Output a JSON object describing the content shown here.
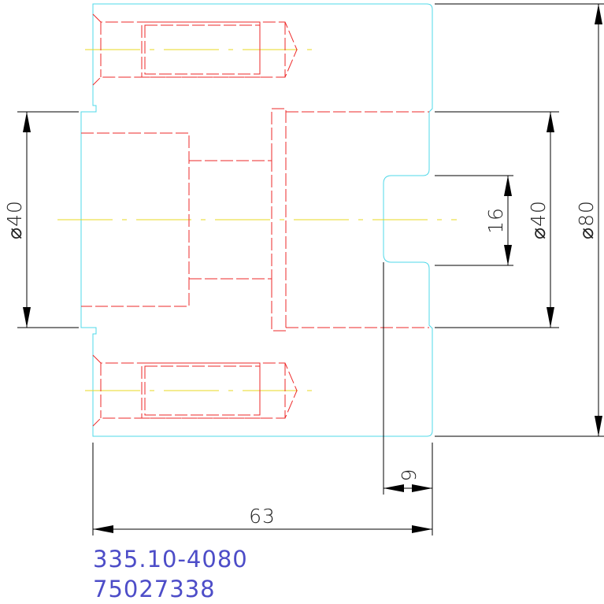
{
  "drawing": {
    "dimensions": {
      "left_diameter": "⌀40",
      "right_diameter_inner": "⌀40",
      "right_diameter_outer": "⌀80",
      "slot_height": "16",
      "slot_depth": "9",
      "overall_length": "63"
    },
    "part_number": "335.10-4080",
    "item_number": "75027338",
    "colors": {
      "outline": "#4fd8e8",
      "hidden_lines": "#ee2a2a",
      "center_lines": "#e8d820",
      "dimensions": "#000000",
      "label_text": "#4d4dc8"
    }
  }
}
